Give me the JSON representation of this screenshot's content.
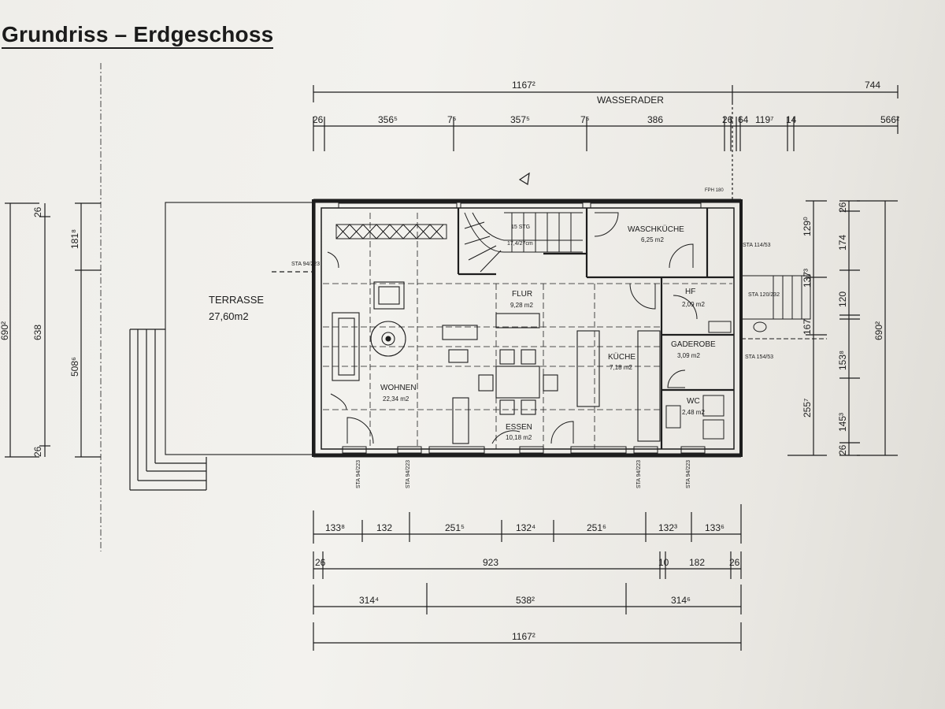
{
  "title": "Grundriss – Erdgeschoss",
  "rooms": {
    "terrasse": {
      "name": "TERRASSE",
      "area": "27,60m2"
    },
    "flur": {
      "name": "FLUR",
      "area": "9,28 m2"
    },
    "wohnen": {
      "name": "WOHNEN",
      "area": "22,34 m2"
    },
    "essen": {
      "name": "ESSEN",
      "area": "10,18 m2"
    },
    "kueche": {
      "name": "KÜCHE",
      "area": "7,18 m2"
    },
    "waschkueche": {
      "name": "WASCHKÜCHE",
      "area": "6,25 m2"
    },
    "hwr": {
      "name": "HF",
      "area": "2,09 m2"
    },
    "garderobe": {
      "name": "GADEROBE",
      "area": "3,09 m2"
    },
    "wc": {
      "name": "WC",
      "area": "2,48 m2"
    }
  },
  "stairs": {
    "steps": "15 STG",
    "ratio": "17,4/27cm"
  },
  "top_dims": {
    "overall": "1167²",
    "wasserader": "WASSERADER",
    "right_overall": "744",
    "row": [
      "26",
      "356⁵",
      "7⁵",
      "357⁵",
      "7⁵",
      "386",
      "26",
      "64",
      "119⁷",
      "14",
      "566²"
    ]
  },
  "bottom_dims": {
    "row1": [
      "133⁸",
      "132",
      "251⁵",
      "132⁴",
      "251⁶",
      "132³",
      "133⁶"
    ],
    "row2": [
      "26",
      "923",
      "10",
      "182",
      "26"
    ],
    "row3": [
      "314⁴",
      "538²",
      "314⁶"
    ],
    "row4": "1167²"
  },
  "left_dims": [
    "690²",
    "638",
    "508⁶",
    "181⁸",
    "26",
    "26"
  ],
  "right_dims": [
    "129⁰",
    "137³",
    "167",
    "255⁷",
    "26",
    "174",
    "120",
    "153⁸",
    "145³",
    "26",
    "690²"
  ],
  "window_tags": [
    "STA 94/223",
    "STA 114/53",
    "STA 120/232",
    "STA 154/53",
    "STA 94/223",
    "STA 94/223",
    "STA 94/223",
    "STA 94/223"
  ],
  "small_tag": "FPH 180"
}
